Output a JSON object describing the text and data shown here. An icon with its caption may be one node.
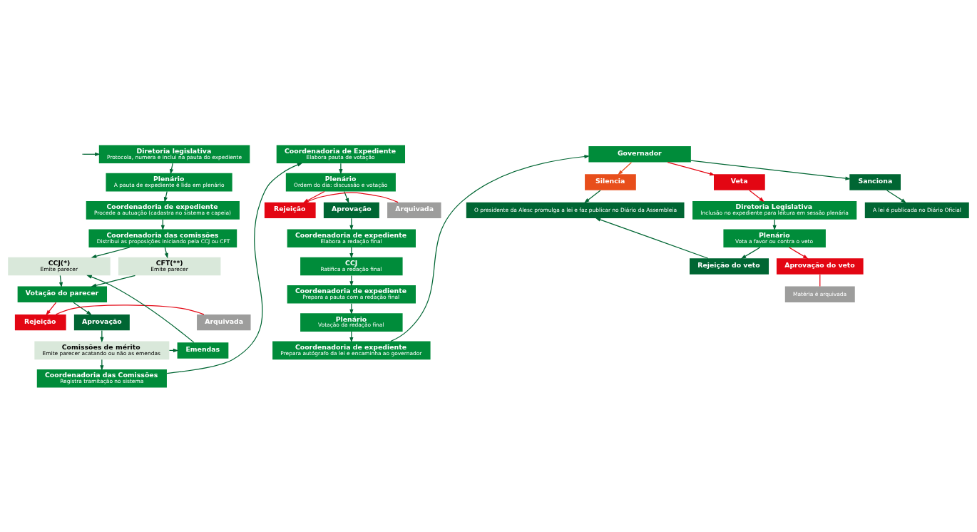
{
  "diagram": {
    "nodes": [
      {
        "text": [
          "Diretoria legislativa",
          "Protocola, numera e inclui na pauta do expediente"
        ]
      },
      {
        "text": [
          "Plenário",
          "A pauta de expediente é lida em plenário"
        ]
      },
      {
        "text": [
          "Coordenadoria de expediente",
          "Procede a autuação (cadastra no sistema e capeia)"
        ]
      },
      {
        "text": [
          "Coordenadoria das comissões",
          "Distribui as proposições iniciando pela CCJ ou CFT"
        ]
      },
      {
        "text": [
          "CCJ(*)",
          "Emite parecer"
        ]
      },
      {
        "text": [
          "CFT(**)",
          "Emite parecer"
        ]
      },
      {
        "text": [
          "Votação do parecer"
        ]
      },
      {
        "text": [
          "Arquivada"
        ]
      },
      {
        "text": [
          "Rejeição"
        ]
      },
      {
        "text": [
          "Aprovação"
        ]
      },
      {
        "text": [
          "Emendas"
        ]
      },
      {
        "text": [
          "Comissões de mérito",
          "Emite parecer acatando ou não as emendas"
        ]
      },
      {
        "text": [
          "Coordenadoria das Comissões",
          "Registra tramitação no sistema"
        ]
      },
      {
        "text": [
          "Coordenadoria de Expediente",
          "Elabora pauta de votação"
        ]
      },
      {
        "text": [
          "Plenário",
          "Ordem do dia: discussão e votação"
        ]
      },
      {
        "text": [
          "Arquivada"
        ]
      },
      {
        "text": [
          "Rejeição"
        ]
      },
      {
        "text": [
          "Aprovação"
        ]
      },
      {
        "text": [
          "Coordenadoria de expediente",
          "Elabora a redação final"
        ]
      },
      {
        "text": [
          "CCJ",
          "Ratifica a redação final"
        ]
      },
      {
        "text": [
          "Coordenadoria de expediente",
          "Prepara a pauta com a redação final"
        ]
      },
      {
        "text": [
          "Plenário",
          "Votação da redação final"
        ]
      },
      {
        "text": [
          "Coordenadoria de expediente",
          "Prepara autógrafo da lei e encaminha ao governador"
        ]
      },
      {
        "text": [
          "Governador"
        ]
      },
      {
        "text": [
          "Silencia"
        ]
      },
      {
        "text": [
          "Veta"
        ]
      },
      {
        "text": [
          "Sanciona"
        ]
      },
      {
        "text": [
          "O presidente da Alesc promulga a lei e faz publicar no Diário da Assembleia"
        ]
      },
      {
        "text": [
          "A lei é publicada no Diário Oficial"
        ]
      },
      {
        "text": [
          "Diretoria Legislativa",
          "Inclusão no expediente para leitura em sessão plenária"
        ]
      },
      {
        "text": [
          "Plenário",
          "Vota a favor ou contra o veto"
        ]
      },
      {
        "text": [
          "Rejeição do veto"
        ]
      },
      {
        "text": [
          "Aprovação do veto"
        ]
      },
      {
        "text": [
          "Matéria é arquivada"
        ]
      }
    ],
    "edges": [
      {
        "from": null,
        "to": 0,
        "arrow": "to"
      },
      {
        "from": 0,
        "to": 1,
        "arrow": "to"
      },
      {
        "from": 1,
        "to": 2,
        "arrow": "to"
      },
      {
        "from": 2,
        "to": 3,
        "arrow": "to"
      },
      {
        "from": 3,
        "to": 4,
        "arrow": "to"
      },
      {
        "from": 3,
        "to": 5,
        "arrow": "to"
      },
      {
        "from": 4,
        "to": 6,
        "arrow": "to"
      },
      {
        "from": 5,
        "to": 6,
        "arrow": "to"
      },
      {
        "from": 6,
        "to": 8,
        "arrow": "to",
        "color": "#e30613"
      },
      {
        "from": 6,
        "to": 9,
        "arrow": "to"
      },
      {
        "from": 8,
        "to": 7,
        "arrow": "none",
        "color": "#e30613"
      },
      {
        "from": 9,
        "to": 11,
        "arrow": "to"
      },
      {
        "from": 11,
        "to": 10,
        "arrow": "to"
      },
      {
        "from": 10,
        "to": 4,
        "arrow": "to"
      },
      {
        "from": 11,
        "to": 12,
        "arrow": "to"
      },
      {
        "from": 12,
        "to": 13,
        "arrow": "to"
      },
      {
        "from": 13,
        "to": 14,
        "arrow": "to"
      },
      {
        "from": 14,
        "to": 16,
        "arrow": "to",
        "color": "#e30613"
      },
      {
        "from": 14,
        "to": 17,
        "arrow": "to"
      },
      {
        "from": 16,
        "to": 15,
        "arrow": "none",
        "color": "#e30613"
      },
      {
        "from": 17,
        "to": 18,
        "arrow": "to"
      },
      {
        "from": 18,
        "to": 19,
        "arrow": "to"
      },
      {
        "from": 19,
        "to": 20,
        "arrow": "to"
      },
      {
        "from": 20,
        "to": 21,
        "arrow": "to"
      },
      {
        "from": 21,
        "to": 22,
        "arrow": "to"
      },
      {
        "from": 22,
        "to": 23,
        "arrow": "to"
      },
      {
        "from": 23,
        "to": 24,
        "arrow": "to",
        "color": "#e84e1b"
      },
      {
        "from": 23,
        "to": 25,
        "arrow": "to",
        "color": "#e30613"
      },
      {
        "from": 23,
        "to": 26,
        "arrow": "to"
      },
      {
        "from": 24,
        "to": 27,
        "arrow": "to"
      },
      {
        "from": 25,
        "to": 29,
        "arrow": "to",
        "color": "#e30613"
      },
      {
        "from": 26,
        "to": 28,
        "arrow": "to"
      },
      {
        "from": 29,
        "to": 30,
        "arrow": "to"
      },
      {
        "from": 30,
        "to": 31,
        "arrow": "to"
      },
      {
        "from": 30,
        "to": 32,
        "arrow": "to",
        "color": "#e30613"
      },
      {
        "from": 31,
        "to": 27,
        "arrow": "to"
      },
      {
        "from": 32,
        "to": 33,
        "arrow": "none",
        "color": "#e30613"
      }
    ]
  }
}
